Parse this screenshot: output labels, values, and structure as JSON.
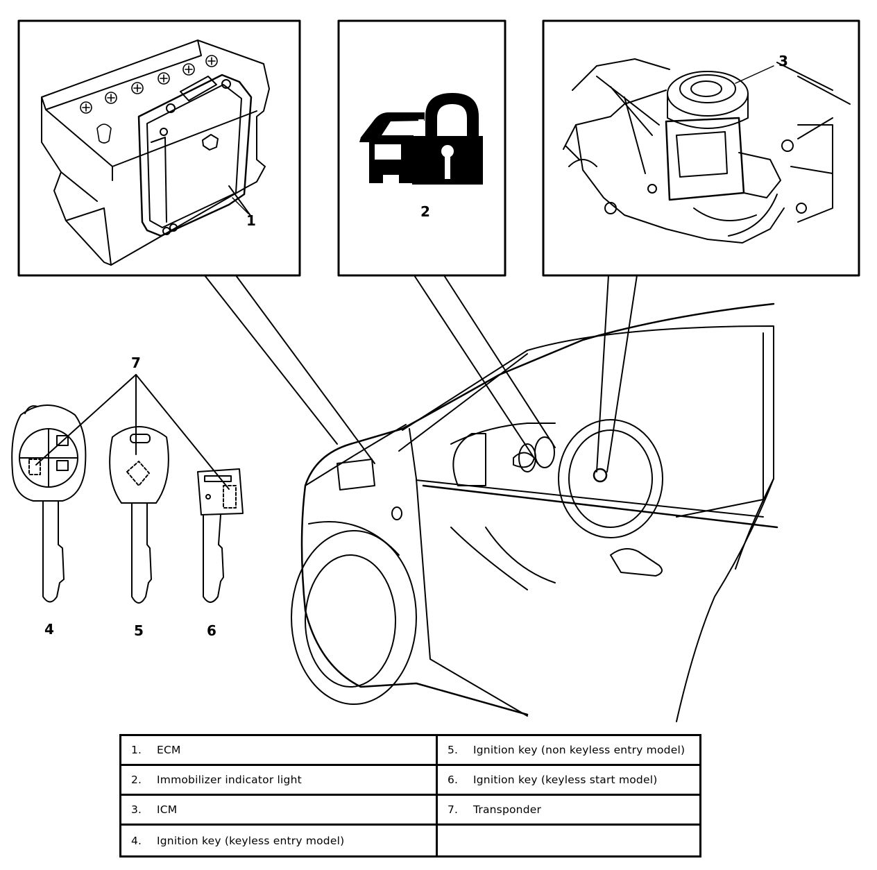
{
  "callouts": {
    "c1": "1",
    "c2": "2",
    "c3": "3",
    "c4": "4",
    "c5": "5",
    "c6": "6",
    "c7": "7"
  },
  "legend": [
    {
      "num": "1.",
      "text": "ECM"
    },
    {
      "num": "5.",
      "text": "Ignition key (non keyless entry model)"
    },
    {
      "num": "2.",
      "text": "Immobilizer indicator light"
    },
    {
      "num": "6.",
      "text": "Ignition key (keyless start model)"
    },
    {
      "num": "3.",
      "text": "ICM"
    },
    {
      "num": "7.",
      "text": "Transponder"
    },
    {
      "num": "4.",
      "text": "Ignition key (keyless entry model)"
    },
    {
      "num": "",
      "text": ""
    }
  ]
}
